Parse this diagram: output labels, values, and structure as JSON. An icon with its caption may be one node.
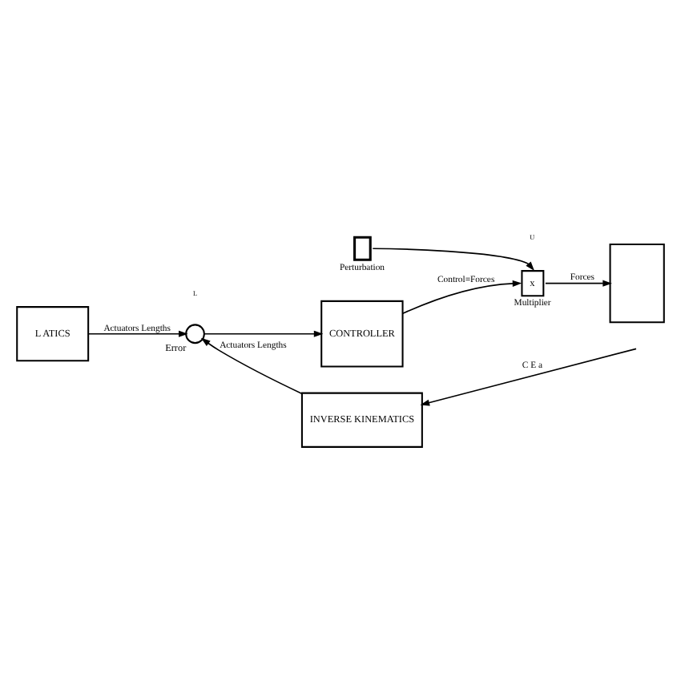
{
  "diagram": {
    "nodes": [
      {
        "text": [
          "L ATICS"
        ]
      },
      {
        "text": [],
        "shape": "circle",
        "beside": [
          "Error"
        ]
      },
      {
        "text": [
          "CONTROLLER"
        ]
      },
      {
        "text": [],
        "shape": "box",
        "beside": [
          "Perturbation"
        ]
      },
      {
        "text": [
          "x"
        ],
        "beside": [
          "Multiplier"
        ]
      },
      {
        "text": [],
        "shape": "box"
      },
      {
        "text": [
          "INVERSE KINEMATICS"
        ]
      }
    ],
    "edges": [
      {
        "from": 0,
        "to": 1,
        "arrow": "to",
        "label": "Actuators Lengths"
      },
      {
        "from": 1,
        "to": 2,
        "arrow": "to"
      },
      {
        "from": 2,
        "to": 4,
        "arrow": "to",
        "label": "Control=Forces"
      },
      {
        "from": 3,
        "to": 4,
        "arrow": "to"
      },
      {
        "from": 4,
        "to": 5,
        "arrow": "to",
        "label": "Forces"
      },
      {
        "from": null,
        "to": 6,
        "arrow": "to",
        "label": "C E a"
      },
      {
        "from": 6,
        "to": 1,
        "arrow": "to",
        "label": "Actuators Lengths"
      }
    ],
    "labels": [
      "L",
      "U"
    ]
  }
}
